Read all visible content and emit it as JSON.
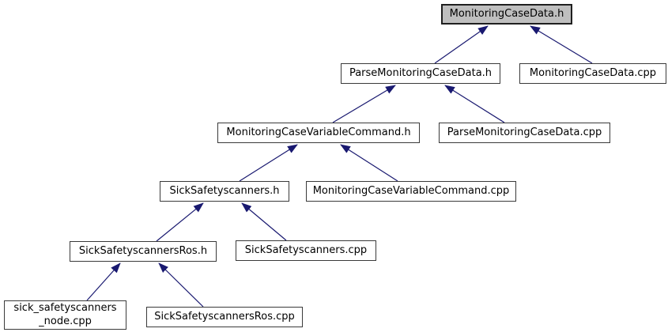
{
  "graph": {
    "kind": "doxygen-include-dependency-graph",
    "colors": {
      "edge_arrow": "#191970",
      "node_fill": "#ffffff",
      "node_border": "#3a3a3a",
      "root_node_fill": "#bfbfbf",
      "root_node_border": "#1f1f1f",
      "background": "#ffffff",
      "text": "#000000"
    },
    "nodes": [
      {
        "label": "MonitoringCaseData.h",
        "role": "root"
      },
      {
        "label": "ParseMonitoringCaseData.h",
        "role": "linked"
      },
      {
        "label": "MonitoringCaseData.cpp",
        "role": "linked"
      },
      {
        "label": "MonitoringCaseVariableCommand.h",
        "role": "linked"
      },
      {
        "label": "ParseMonitoringCaseData.cpp",
        "role": "linked"
      },
      {
        "label": "SickSafetyscanners.h",
        "role": "linked"
      },
      {
        "label": "MonitoringCaseVariableCommand.cpp",
        "role": "linked"
      },
      {
        "label": "SickSafetyscannersRos.h",
        "role": "linked"
      },
      {
        "label": "SickSafetyscanners.cpp",
        "role": "linked"
      },
      {
        "label": "sick_safetyscanners\n_node.cpp",
        "role": "linked"
      },
      {
        "label": "SickSafetyscannersRos.cpp",
        "role": "linked"
      }
    ],
    "edges": [
      {
        "from": "ParseMonitoringCaseData.h",
        "to": "MonitoringCaseData.h"
      },
      {
        "from": "MonitoringCaseData.cpp",
        "to": "MonitoringCaseData.h"
      },
      {
        "from": "MonitoringCaseVariableCommand.h",
        "to": "ParseMonitoringCaseData.h"
      },
      {
        "from": "ParseMonitoringCaseData.cpp",
        "to": "ParseMonitoringCaseData.h"
      },
      {
        "from": "SickSafetyscanners.h",
        "to": "MonitoringCaseVariableCommand.h"
      },
      {
        "from": "MonitoringCaseVariableCommand.cpp",
        "to": "MonitoringCaseVariableCommand.h"
      },
      {
        "from": "SickSafetyscannersRos.h",
        "to": "SickSafetyscanners.h"
      },
      {
        "from": "SickSafetyscanners.cpp",
        "to": "SickSafetyscanners.h"
      },
      {
        "from": "sick_safetyscanners_node.cpp",
        "to": "SickSafetyscannersRos.h"
      },
      {
        "from": "SickSafetyscannersRos.cpp",
        "to": "SickSafetyscannersRos.h"
      }
    ]
  }
}
